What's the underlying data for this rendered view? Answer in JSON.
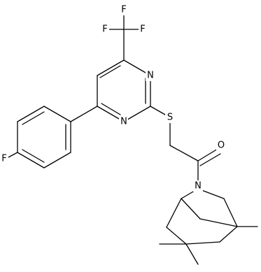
{
  "molecule": {
    "atoms": {
      "f_top_left": "F",
      "f_top_mid": "F",
      "f_top_right": "F",
      "n_ring_upper": "N",
      "n_ring_lower": "N",
      "s_thioether": "S",
      "o_carbonyl": "O",
      "n_amide": "N",
      "f_aryl": "F"
    }
  }
}
